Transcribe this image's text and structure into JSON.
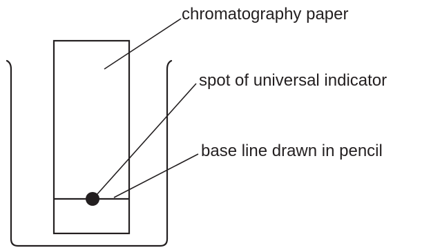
{
  "labels": {
    "chromatography_paper": "chromatography paper",
    "spot": "spot of universal indicator",
    "base_line": "base line drawn in pencil"
  },
  "colors": {
    "ink": "#231f20",
    "background": "#ffffff"
  }
}
